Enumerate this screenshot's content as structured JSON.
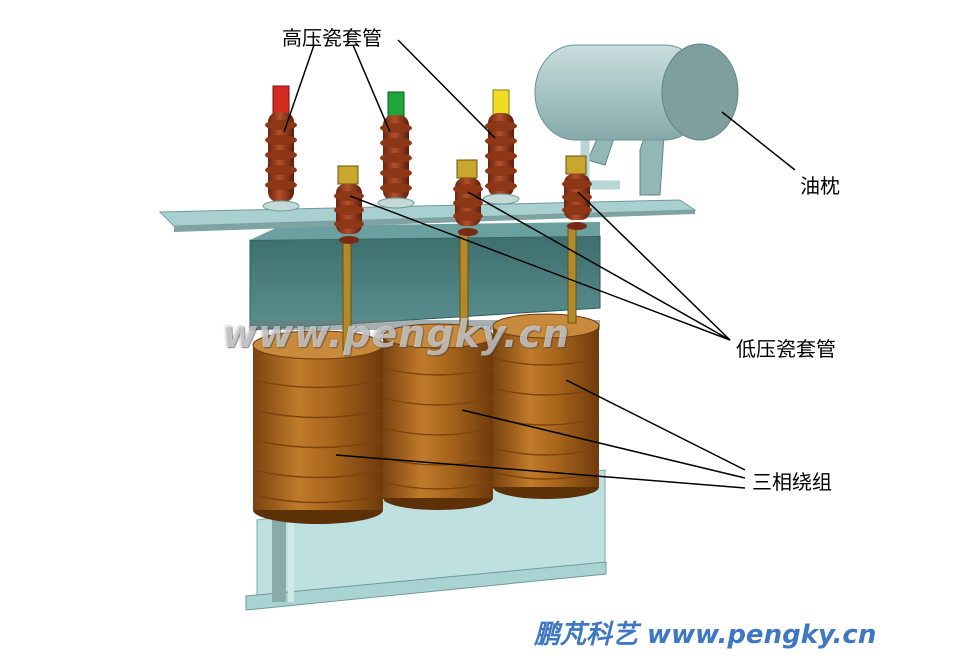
{
  "labels": {
    "high_voltage_bushing": "高压瓷套管",
    "conservator": "油枕",
    "low_voltage_bushing": "低压瓷套管",
    "three_phase_winding": "三相绕组"
  },
  "watermark": "www.pengky.cn",
  "footer": "鹏芃科艺 www.pengky.cn",
  "colors": {
    "cap_red": "#d42a20",
    "cap_green": "#1fa53a",
    "cap_yellow": "#eedd22",
    "porcelain": "#9a3a1a",
    "copper_coil": "#a8651c",
    "core": "#4f8585",
    "frame": "#a9d3d3",
    "footer_text": "#3f78c2"
  }
}
